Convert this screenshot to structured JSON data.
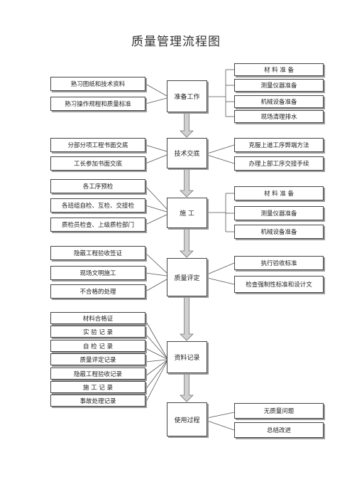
{
  "title": "质量管理流程图",
  "steps": [
    {
      "label": "准备工作",
      "left": [
        "熟习图纸和技术资料",
        "熟习操作规程和质量标准"
      ],
      "right": [
        "材  料  准  备",
        "测量仪器准备",
        "机械设备准备",
        "现场清理排水"
      ]
    },
    {
      "label": "技术交底",
      "left": [
        "分部分项工程书面交底",
        "工长参加书面交底"
      ],
      "right": [
        "克服上道工序弊端方法",
        "办理上部工序交接手续"
      ]
    },
    {
      "label": "施        工",
      "left": [
        "各工序预检",
        "各班组自检、互检、交接检",
        "质检员检查、上级质检部门"
      ],
      "right": [
        "材  料  准  备",
        "测量仪器准备",
        "机械设备准备"
      ]
    },
    {
      "label": "质量评定",
      "left": [
        "隐蔽工程验收签证",
        "现场文明施工",
        "不合格的处理"
      ],
      "right": [
        "执行验收标准",
        "检查强制性标准和设计文"
      ]
    },
    {
      "label": "资料记录",
      "left": [
        "材料合格证",
        "实  验  记  录",
        "自  检  记  录",
        "质量评定记录",
        "隐蔽工程验收记录",
        "施  工  记  录",
        "事故处理记录"
      ],
      "right": []
    },
    {
      "label": "使用过程",
      "left": [],
      "right": [
        "无质量问题",
        "总结改进"
      ]
    }
  ]
}
